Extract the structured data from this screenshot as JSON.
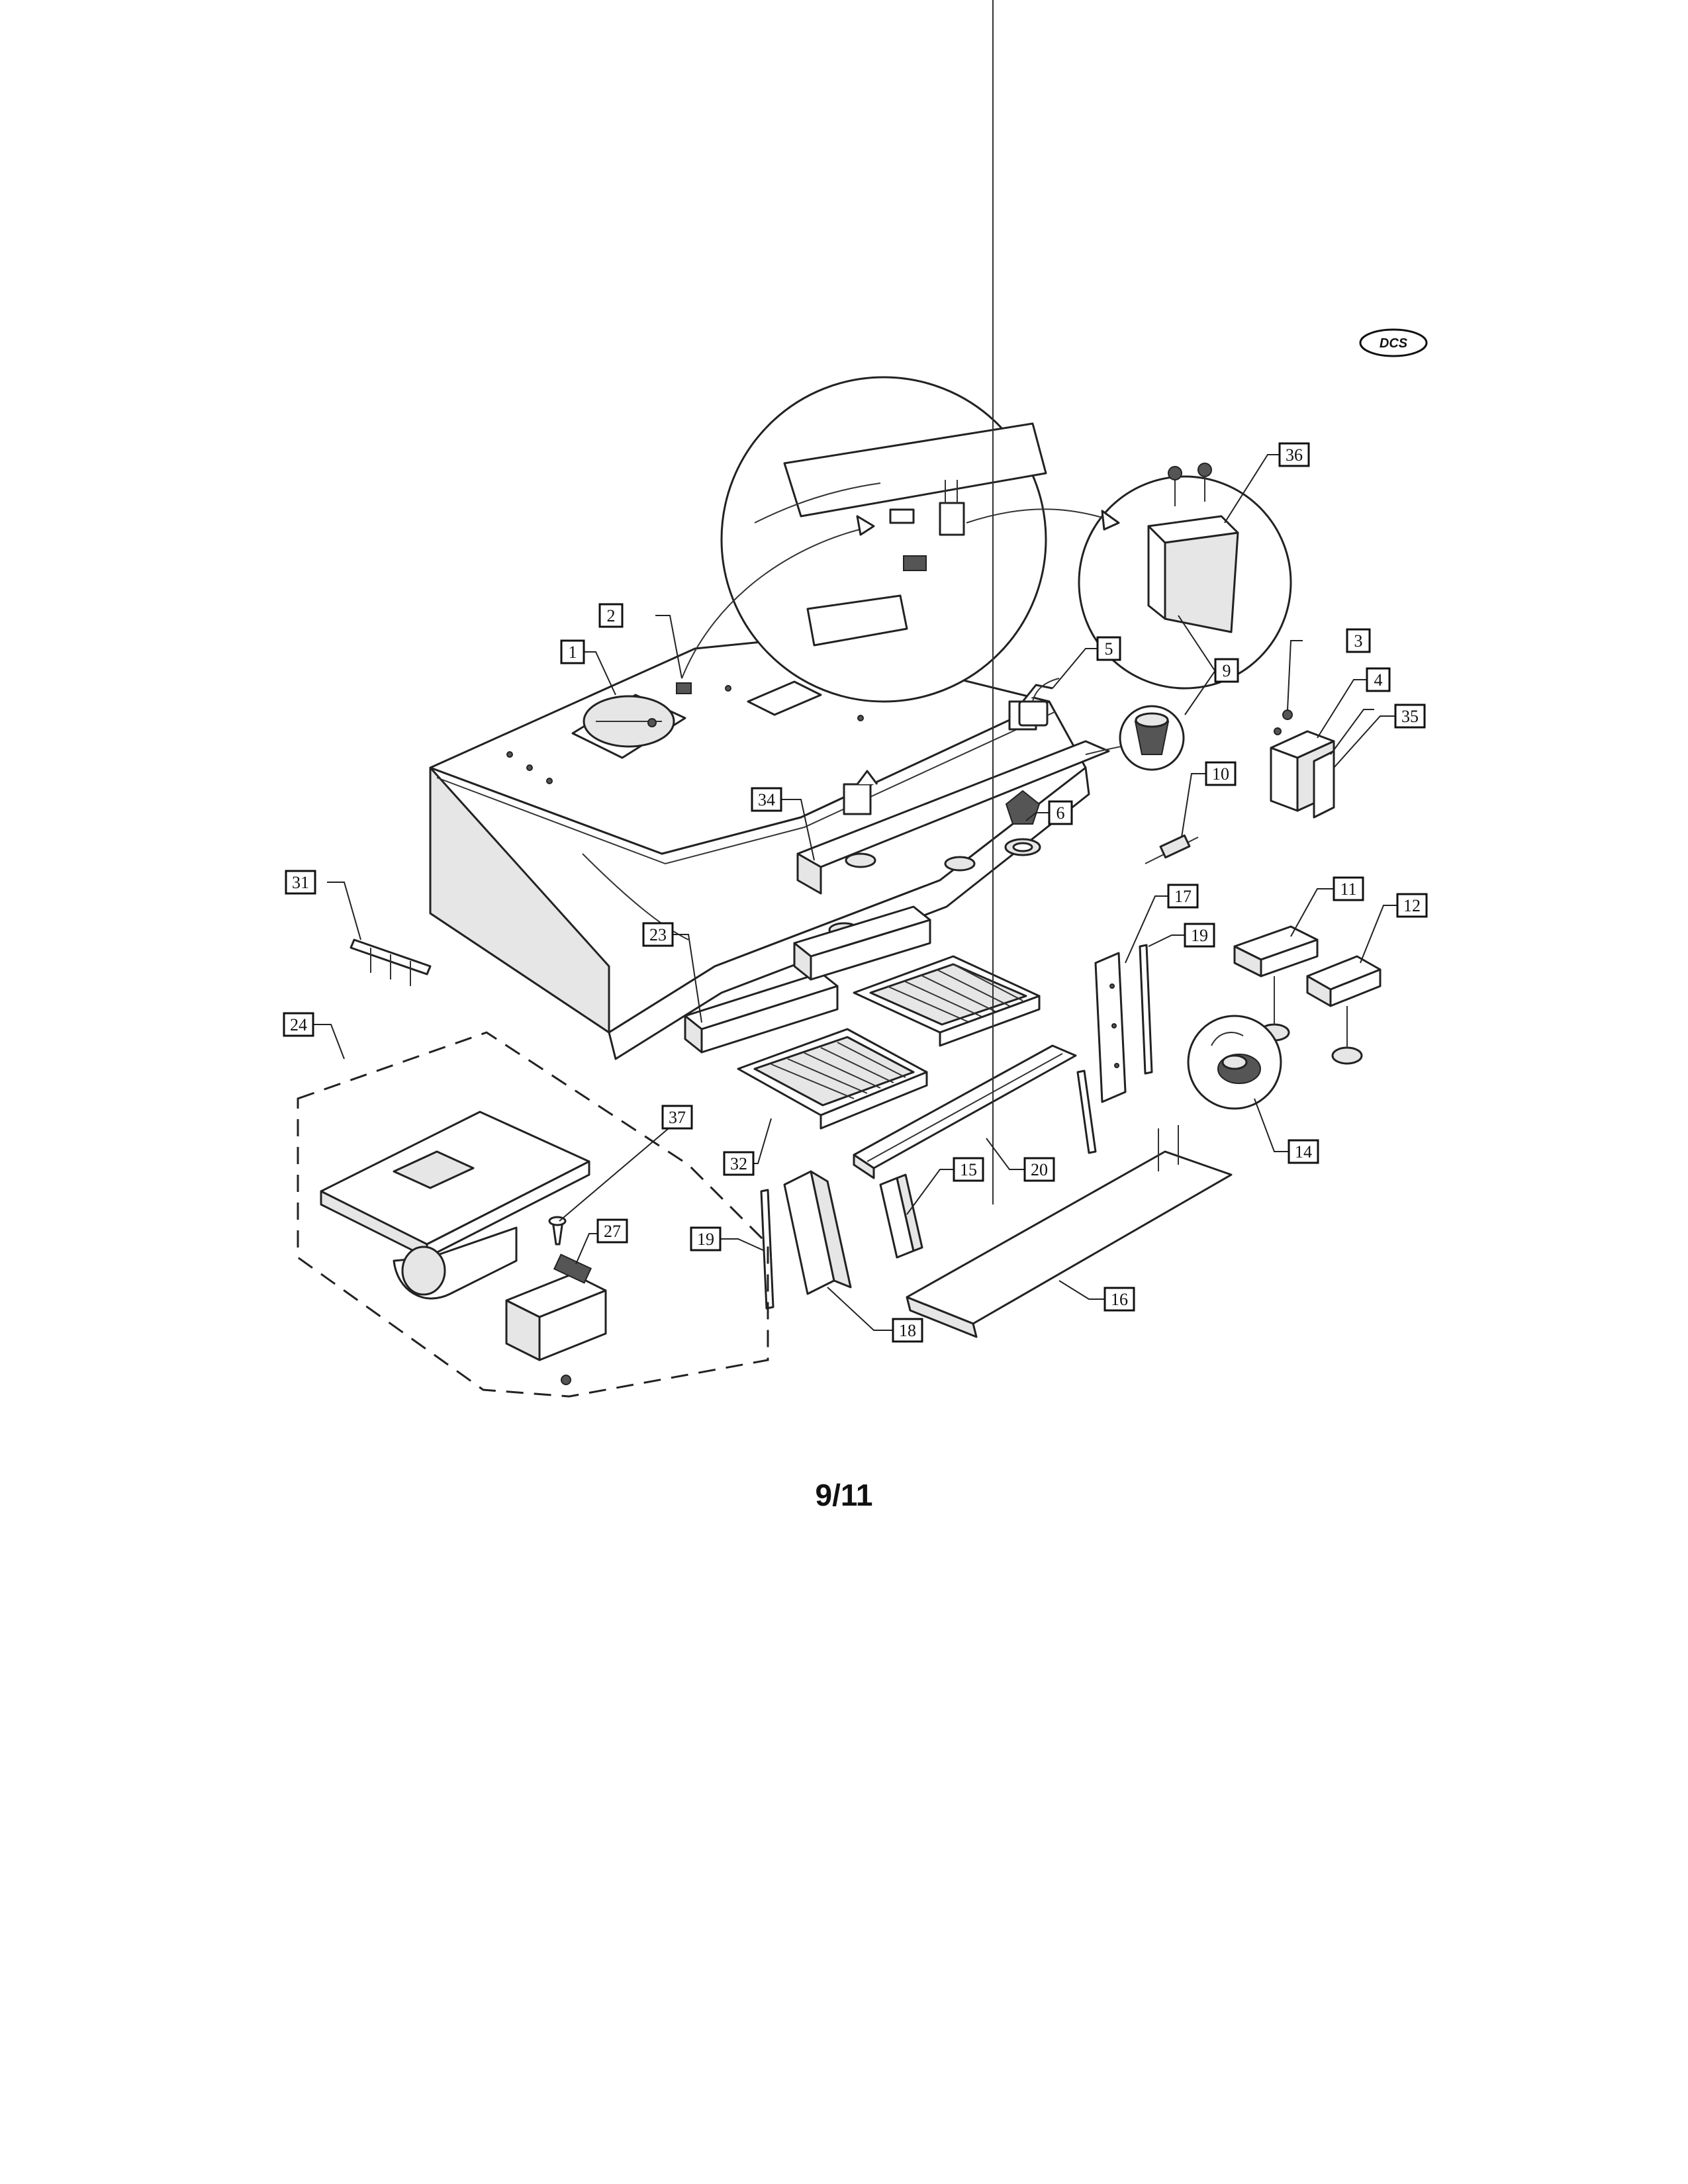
{
  "diagram": {
    "logo_text": "DCS",
    "page_number": "9/11",
    "callouts": [
      {
        "label": "1"
      },
      {
        "label": "2"
      },
      {
        "label": "3"
      },
      {
        "label": "4"
      },
      {
        "label": "5"
      },
      {
        "label": "6"
      },
      {
        "label": "9"
      },
      {
        "label": "10"
      },
      {
        "label": "11"
      },
      {
        "label": "12"
      },
      {
        "label": "14"
      },
      {
        "label": "15"
      },
      {
        "label": "16"
      },
      {
        "label": "17"
      },
      {
        "label": "18"
      },
      {
        "label": "19"
      },
      {
        "label": "19"
      },
      {
        "label": "20"
      },
      {
        "label": "23"
      },
      {
        "label": "24"
      },
      {
        "label": "27"
      },
      {
        "label": "31"
      },
      {
        "label": "32"
      },
      {
        "label": "34"
      },
      {
        "label": "35"
      },
      {
        "label": "36"
      },
      {
        "label": "37"
      }
    ]
  }
}
